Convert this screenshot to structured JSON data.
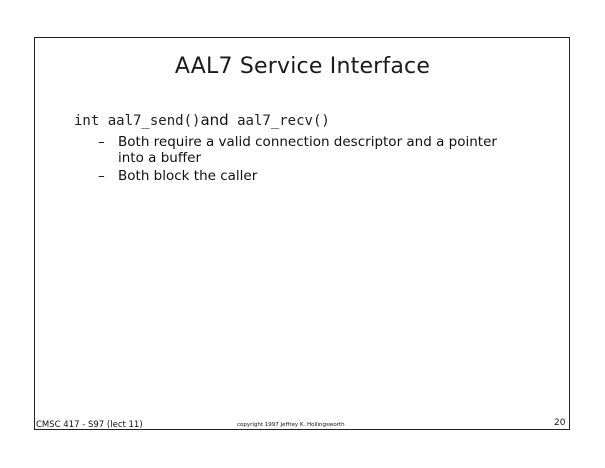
{
  "slide": {
    "title": "AAL7 Service Interface",
    "main_point": {
      "code_1": "int aal7_send()",
      "connector": "and",
      "code_2": " aal7_recv()"
    },
    "sub_points": [
      {
        "dash": "–",
        "text": "Both require a valid connection descriptor and a pointer into a buffer"
      },
      {
        "dash": "–",
        "text": "Both block the caller"
      }
    ]
  },
  "footer": {
    "left": "CMSC 417 - S97  (lect 11)",
    "center": "copyright 1997 Jeffrey K. Hollingsworth",
    "page_number": "20"
  }
}
